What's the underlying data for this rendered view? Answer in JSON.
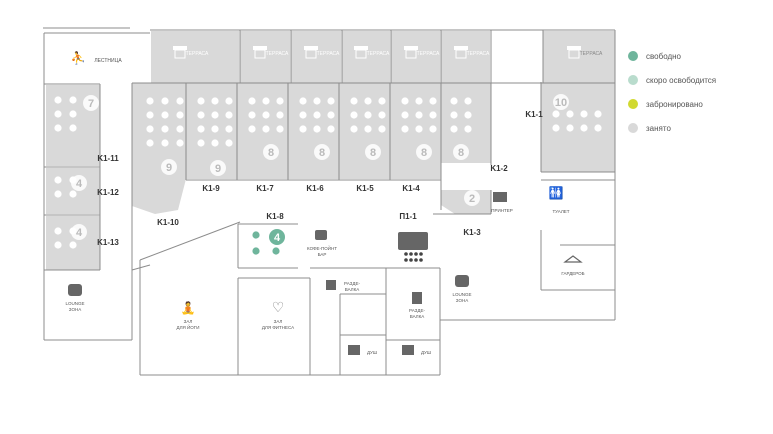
{
  "legend": {
    "free": "свободно",
    "soon": "скоро освободится",
    "booked": "забронировано",
    "occupied": "занято"
  },
  "colors": {
    "free": "#6fb59c",
    "soon": "#b9dccd",
    "booked": "#d1d930",
    "occupied": "#d9d9d9",
    "wall": "#8c8c8c"
  },
  "labels": {
    "stairs": "ЛЕСТНИЦА",
    "terrace": "ТЕРРАСА",
    "printer": "ПРИНТЕР",
    "toilet": "ТУАЛЕТ",
    "wardrobe": "ГАРДЕРОБ",
    "lounge": "LOUNGE ЗОНА",
    "lounge_line1": "LOUNGE",
    "lounge_line2": "ЗОНА",
    "coffee_line1": "КОФЕ-ПОЙНТ",
    "coffee_line2": "БАР",
    "yoga_line1": "ЗАЛ",
    "yoga_line2": "ДЛЯ ЙОГИ",
    "fitness_line1": "ЗАЛ",
    "fitness_line2": "ДЛЯ ФИТНЕСА",
    "locker_line1": "РАЗДЕ-",
    "locker_line2": "ВАЛКА",
    "shower": "ДУШ"
  },
  "rooms": [
    {
      "id": "K1-1",
      "seats": "10"
    },
    {
      "id": "K1-2",
      "seats": "8"
    },
    {
      "id": "K1-3",
      "seats": "2"
    },
    {
      "id": "K1-4",
      "seats": "8"
    },
    {
      "id": "K1-5",
      "seats": "8"
    },
    {
      "id": "K1-6",
      "seats": "8"
    },
    {
      "id": "K1-7",
      "seats": "8"
    },
    {
      "id": "K1-8",
      "seats": "4"
    },
    {
      "id": "K1-9",
      "seats": "9"
    },
    {
      "id": "K1-10",
      "seats": "9"
    },
    {
      "id": "K1-11",
      "seats": "7"
    },
    {
      "id": "K1-12",
      "seats": "4"
    },
    {
      "id": "K1-13",
      "seats": "4"
    },
    {
      "id": "П1-1",
      "seats": ""
    }
  ]
}
